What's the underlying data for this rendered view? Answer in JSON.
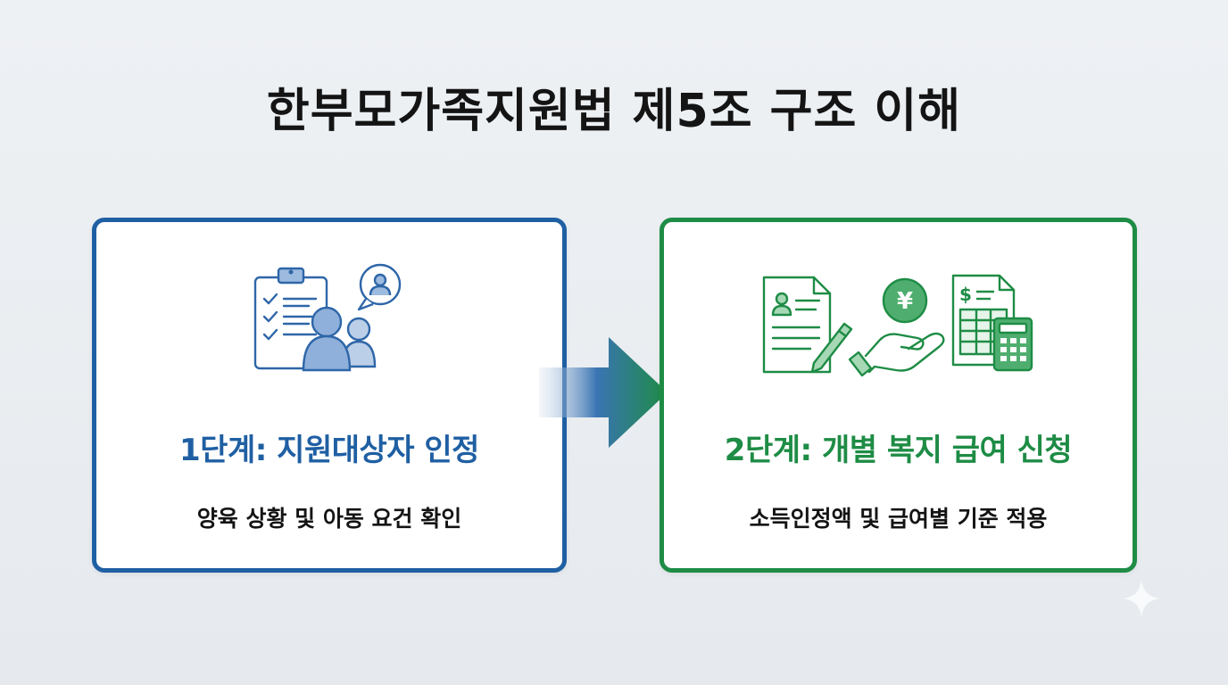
{
  "title": "한부모가족지원법 제5조 구조 이해",
  "steps": [
    {
      "heading": "1단계: 지원대상자 인정",
      "description": "양육 상황 및 아동 요건 확인",
      "color": "#1f5fa3",
      "icons": [
        "checklist-clipboard-icon",
        "people-icon",
        "person-chat-bubble-icon"
      ]
    },
    {
      "heading": "2단계: 개별 복지 급여 신청",
      "description": "소득인정액 및 급여별 기준 적용",
      "color": "#1e8c45",
      "icons": [
        "document-pen-icon",
        "hand-yen-coin-icon",
        "spreadsheet-calculator-icon"
      ],
      "coin_symbol": "¥",
      "doc_symbol": "$"
    }
  ]
}
